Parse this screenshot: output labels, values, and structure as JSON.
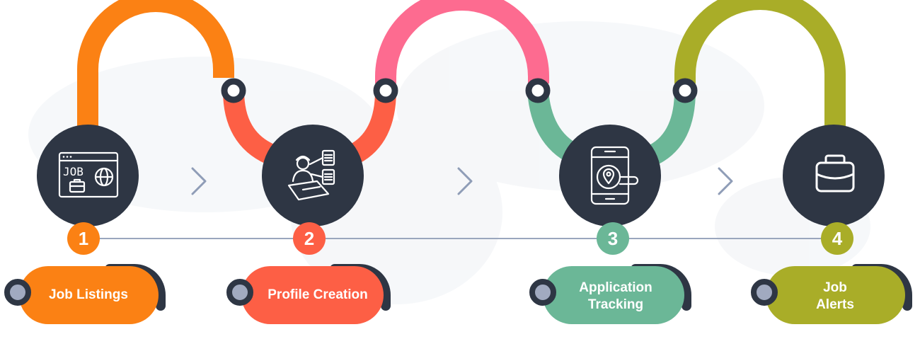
{
  "colors": {
    "dark": "#2e3644",
    "orange": "#fb8114",
    "coral": "#fd5f45",
    "pink": "#fd6b90",
    "teal": "#6bb797",
    "olive": "#a9ad28",
    "timeline": "#9aa6bd",
    "chevron": "#8f9db7",
    "pin_fill": "#a1aac0"
  },
  "steps": [
    {
      "number": "1",
      "label": "Job Listings",
      "icon": "job-web-icon",
      "color": "#fb8114"
    },
    {
      "number": "2",
      "label": "Profile Creation",
      "icon": "profile-creation-icon",
      "color": "#fd5f45"
    },
    {
      "number": "3",
      "label": "Application Tracking",
      "icon": "mobile-tracking-icon",
      "color": "#6bb797"
    },
    {
      "number": "4",
      "label": "Job Alerts",
      "icon": "briefcase-icon",
      "color": "#a9ad28"
    }
  ],
  "icon_text": {
    "job": "JOB"
  }
}
